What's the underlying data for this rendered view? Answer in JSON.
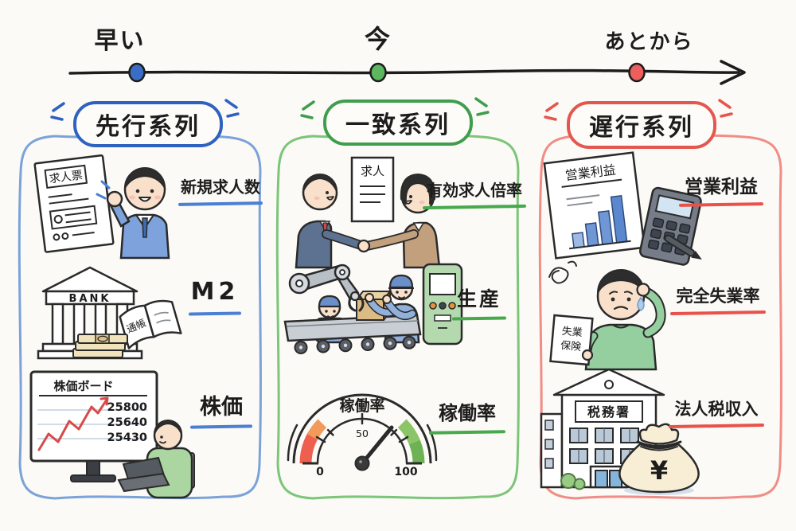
{
  "timeline": {
    "points": [
      {
        "label": "早い",
        "dot_color": "#3a6ec6"
      },
      {
        "label": "今",
        "dot_color": "#5cb75f"
      },
      {
        "label": "あとから",
        "dot_color": "#ed5f5c"
      }
    ]
  },
  "columns": [
    {
      "title": "先行系列",
      "accent": "#2f62c0",
      "border_color": "#7ba3d9",
      "items": [
        {
          "label": "新規求人数"
        },
        {
          "label": "M2"
        },
        {
          "label": "株価"
        }
      ]
    },
    {
      "title": "一致系列",
      "accent": "#3f9e4d",
      "border_color": "#7cc579",
      "items": [
        {
          "label": "有効求人倍率"
        },
        {
          "label": "生産"
        },
        {
          "label": "稼働率"
        }
      ]
    },
    {
      "title": "遅行系列",
      "accent": "#e4574f",
      "border_color": "#f08d86",
      "items": [
        {
          "label": "営業利益"
        },
        {
          "label": "完全失業率"
        },
        {
          "label": "法人税収入"
        }
      ]
    }
  ],
  "illustrations": {
    "job_posting": {
      "doc_title": "求人票"
    },
    "bank": {
      "sign": "BANK",
      "passbook": "通帳"
    },
    "stock_board": {
      "title": "株価ボード",
      "values": [
        "25800",
        "25640",
        "25430"
      ],
      "up_color": "#d84040"
    },
    "handshake": {
      "paper": "求人"
    },
    "gauge": {
      "title": "稼働率",
      "min": "0",
      "mid": "50",
      "max": "100"
    },
    "profit_report": {
      "title": "営業利益"
    },
    "unemployment": {
      "paper_line1": "失業",
      "paper_line2": "保険"
    },
    "tax_office": {
      "sign": "税務署",
      "bag_symbol": "¥"
    }
  }
}
